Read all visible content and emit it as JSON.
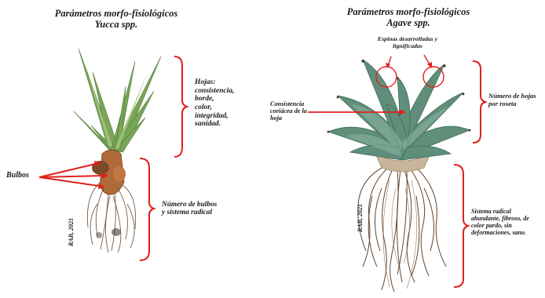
{
  "left_panel": {
    "title_line1": "Parámetros morfo-fisiológicos",
    "title_line2": "Yucca spp.",
    "label_hojas": [
      "Hojas:",
      "consistencia,",
      "borde,",
      "color,",
      "integridad,",
      "sanidad."
    ],
    "label_bulbos": "Bulbos",
    "label_bulbos_radical": [
      "Número de bulbos",
      "y sistema radical"
    ],
    "credit": "RAB, 2021"
  },
  "right_panel": {
    "title_line1": "Parámetros morfo-fisiológicos",
    "title_line2": "Agave spp.",
    "label_espinas": [
      "Espinas desarrolladas y",
      "lignificadas"
    ],
    "label_consistencia": [
      "Consistencia",
      "coriácea de la",
      "hoja"
    ],
    "label_numero_hojas": [
      "Número de hojas",
      "por roseta"
    ],
    "label_sistema_radical": [
      "Sistema radical",
      "abundante, fibroso, de",
      "color pardo, sin",
      "deformaciones, sano."
    ],
    "credit": "RAB, 2021"
  },
  "colors": {
    "annotation_red": "#e0201b",
    "leaf_green": "#6f9a4a",
    "agave_green": "#5f8f7a",
    "root_brown": "#5a3a22"
  }
}
